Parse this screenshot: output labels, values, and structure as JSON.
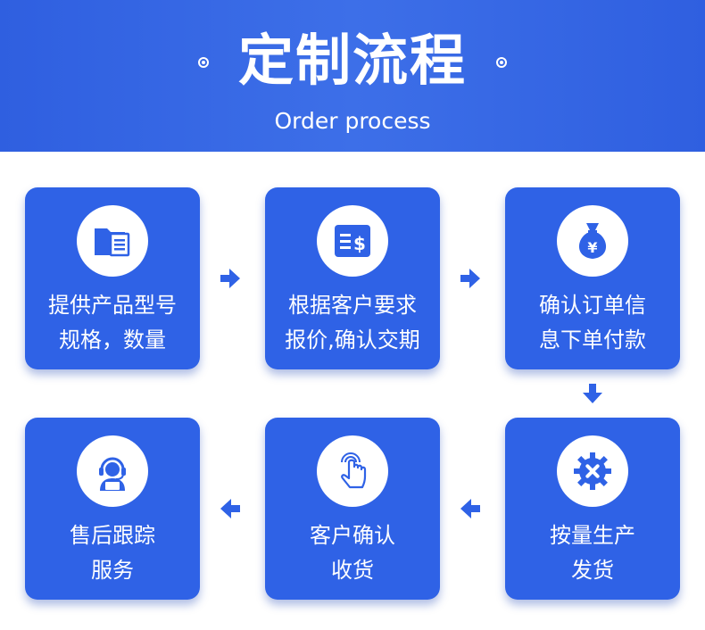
{
  "header": {
    "title": "定制流程",
    "subtitle": "Order process"
  },
  "steps": [
    {
      "line1": "提供产品型号",
      "line2": "规格，数量",
      "icon": "folder-document-icon"
    },
    {
      "line1": "根据客户要求",
      "line2": "报价,确认交期",
      "icon": "invoice-dollar-icon"
    },
    {
      "line1": "确认订单信",
      "line2": "息下单付款",
      "icon": "money-bag-yen-icon"
    },
    {
      "line1": "按量生产",
      "line2": "发货",
      "icon": "gear-tools-icon"
    },
    {
      "line1": "客户确认",
      "line2": "收货",
      "icon": "tap-hand-icon"
    },
    {
      "line1": "售后跟踪",
      "line2": "服务",
      "icon": "customer-service-icon"
    }
  ],
  "colors": {
    "primary": "#2f62e6",
    "header": "#3a6ae6",
    "text_on_primary": "#ffffff"
  }
}
